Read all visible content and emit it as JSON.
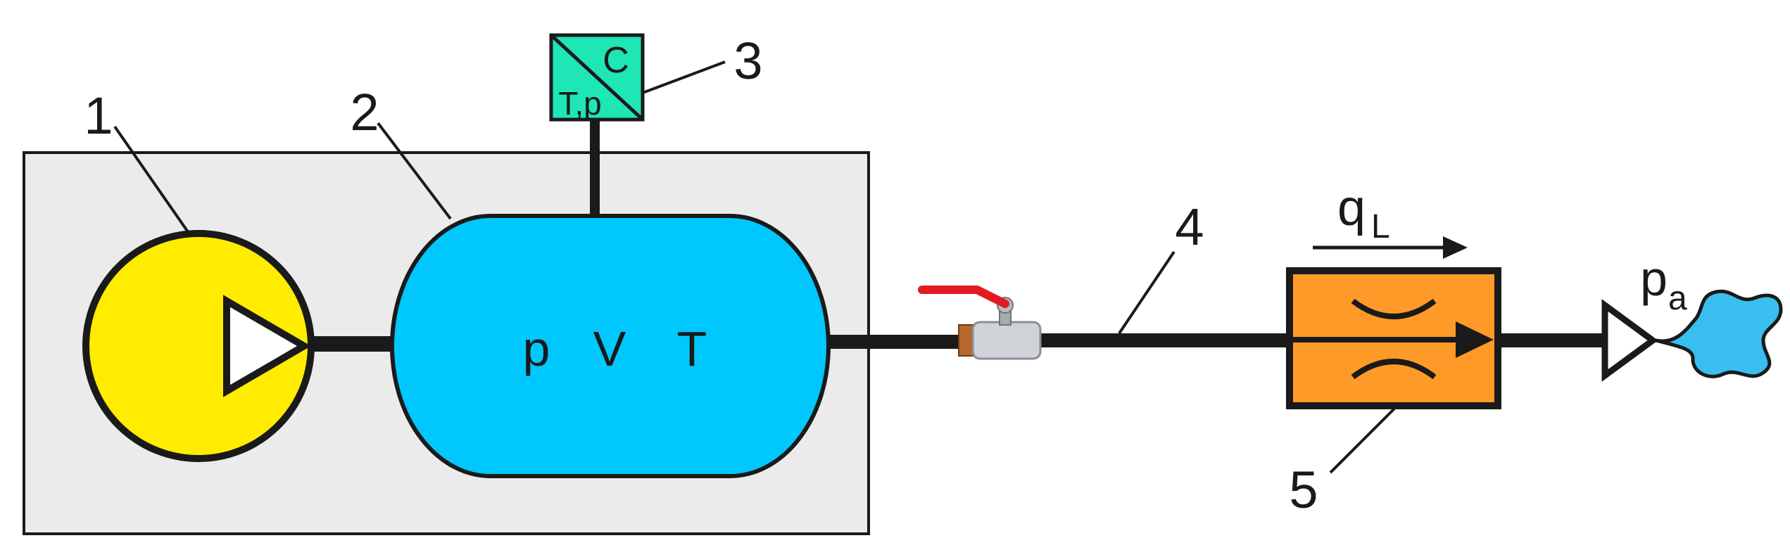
{
  "labels": {
    "compressor_number": "1",
    "tank_number": "2",
    "sensor_number": "3",
    "pipe_number": "4",
    "leak_number": "5"
  },
  "tank": {
    "p": "p",
    "V": "V",
    "T": "T"
  },
  "sensor": {
    "top": "C",
    "bottom": "T,p"
  },
  "flow": {
    "q": "q",
    "q_sub": "L"
  },
  "outlet": {
    "p": "p",
    "p_sub": "a"
  },
  "colors": {
    "enclosure_fill": "#ebebeb",
    "compressor_fill": "#ffec00",
    "tank_fill": "#00c8ff",
    "sensor_fill": "#1ee6b4",
    "leak_fill": "#ff9a28",
    "water_fill": "#38bff0",
    "line": "#1a1a1a"
  }
}
